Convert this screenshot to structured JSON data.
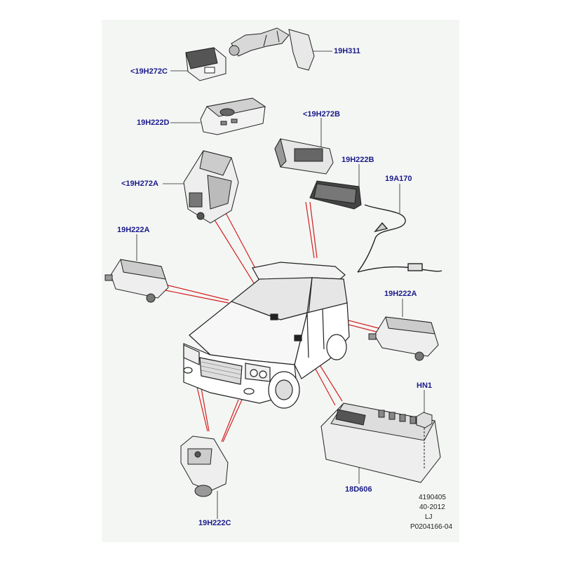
{
  "callouts": {
    "c19H311": "19H311",
    "c19H272C": "<19H272C",
    "c19H222D": "19H222D",
    "c19H272B": "<19H272B",
    "c19H222B": "19H222B",
    "c19A170": "19A170",
    "c19H272A": "<19H272A",
    "c19H222A_left": "19H222A",
    "c19H222A_right": "19H222A",
    "cHN1": "HN1",
    "c18D606": "18D606",
    "c19H222C": "19H222C"
  },
  "reference": {
    "line1": "4190405",
    "line2": "40-2012",
    "line3": "LJ",
    "line4": "P0204166-04"
  },
  "colors": {
    "callout_text": "#1a1a8a",
    "leader_red": "#d42020",
    "line_art": "#222222",
    "background": "#f4f6f4"
  }
}
